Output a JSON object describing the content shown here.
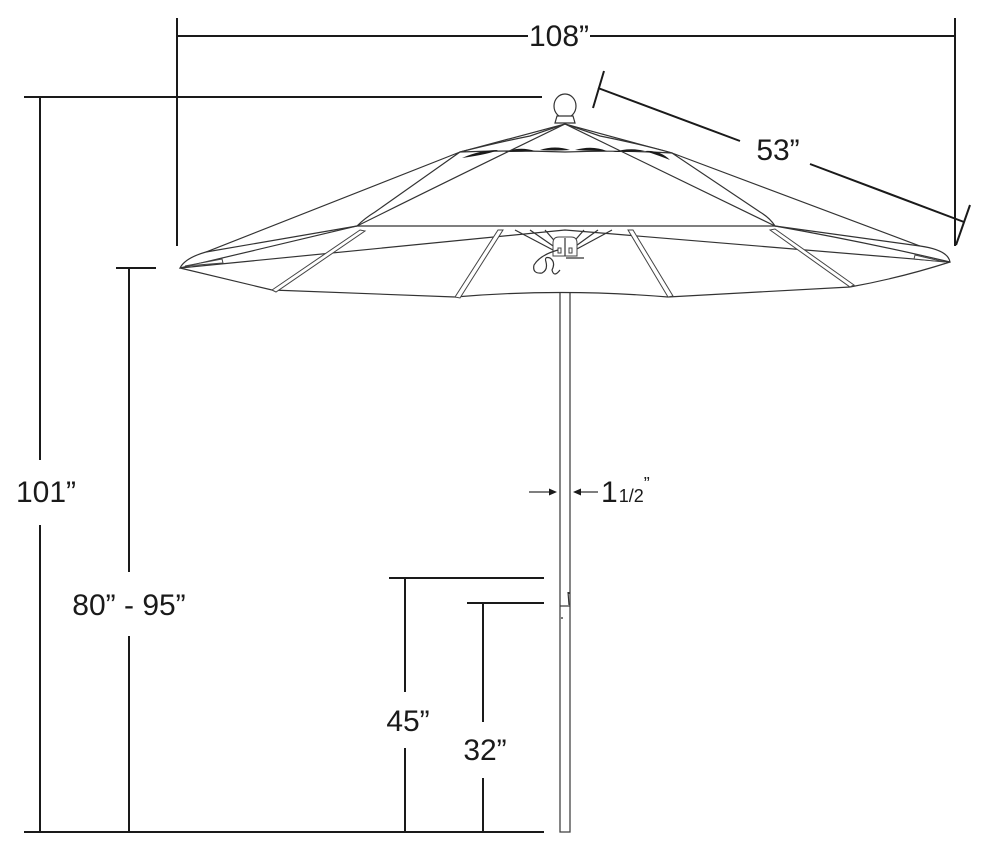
{
  "diagram": {
    "subject": "Patio umbrella dimension drawing",
    "colors": {
      "line": "#1a1a1a",
      "background": "#ffffff"
    },
    "dimensions": {
      "canopy_width": {
        "label": "108”",
        "value_in": 108
      },
      "rib_length": {
        "label": "53”",
        "value_in": 53
      },
      "overall_height": {
        "label": "101”",
        "value_in": 101
      },
      "clearance_height": {
        "label": "80” - 95”",
        "min_in": 80,
        "max_in": 95
      },
      "pole_diameter": {
        "label_whole": "1",
        "label_fraction": "1/2",
        "label_mark": "”",
        "value_in": 1.5
      },
      "upper_pole_joint_height": {
        "label": "45”",
        "value_in": 45
      },
      "lower_pole_joint_height": {
        "label": "32”",
        "value_in": 32
      }
    },
    "parts": [
      "finial",
      "vent-flap",
      "canopy",
      "ribs",
      "hub",
      "pulley-cord",
      "pole"
    ]
  }
}
